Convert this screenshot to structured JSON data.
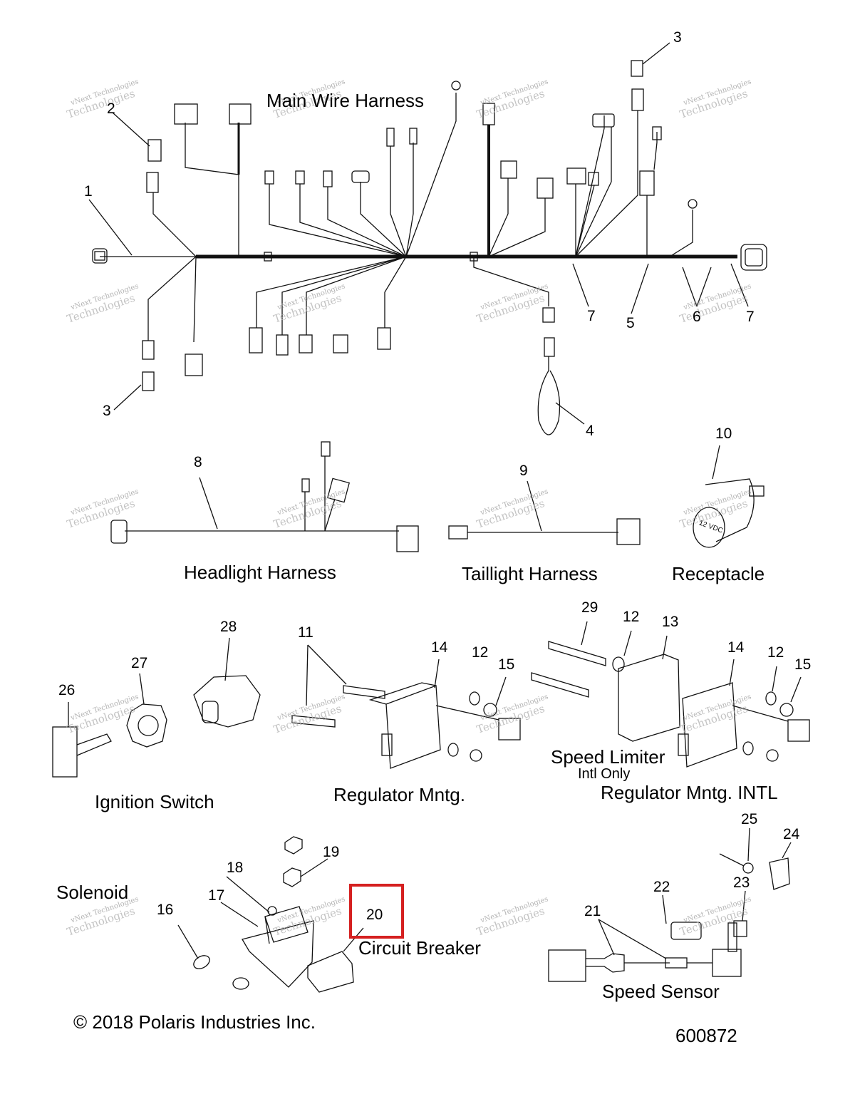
{
  "sections": {
    "main_wire_harness": "Main Wire Harness",
    "headlight_harness": "Headlight Harness",
    "taillight_harness": "Taillight Harness",
    "receptacle": "Receptacle",
    "ignition_switch": "Ignition Switch",
    "regulator_mntg": "Regulator Mntg.",
    "speed_limiter": "Speed Limiter",
    "intl_only": "Intl Only",
    "regulator_mntg_intl": "Regulator Mntg. INTL",
    "solenoid": "Solenoid",
    "circuit_breaker": "Circuit Breaker",
    "speed_sensor": "Speed Sensor"
  },
  "callouts": {
    "c1": "1",
    "c2": "2",
    "c3a": "3",
    "c3b": "3",
    "c4": "4",
    "c5": "5",
    "c6": "6",
    "c7a": "7",
    "c7b": "7",
    "c8": "8",
    "c9": "9",
    "c10": "10",
    "c11": "11",
    "c12a": "12",
    "c12b": "12",
    "c12c": "12",
    "c13": "13",
    "c14a": "14",
    "c14b": "14",
    "c15a": "15",
    "c15b": "15",
    "c16": "16",
    "c17": "17",
    "c18": "18",
    "c19": "19",
    "c20": "20",
    "c21": "21",
    "c22": "22",
    "c23": "23",
    "c24": "24",
    "c25": "25",
    "c26": "26",
    "c27": "27",
    "c28": "28",
    "c29": "29"
  },
  "receptacle_marking": "12 VDC",
  "watermark": {
    "line1": "vNext Technologies",
    "line2": "Technologies"
  },
  "copyright": "© 2018 Polaris Industries Inc.",
  "diagram_number": "600872",
  "highlight": {
    "callout": "20",
    "color": "#d52020"
  }
}
